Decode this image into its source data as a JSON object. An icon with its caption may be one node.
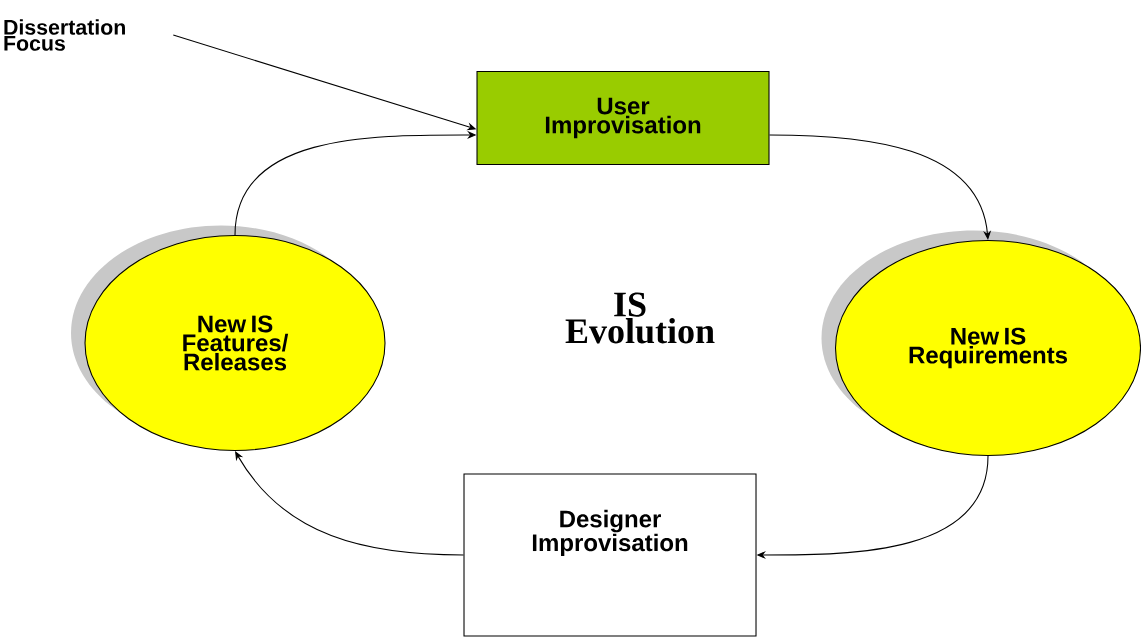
{
  "diagram": {
    "nodes": [
      {
        "text": [
          "Dissertation Focus"
        ]
      },
      {
        "text": [
          "User Improvisation"
        ]
      },
      {
        "text": [
          "New IS Requirements"
        ]
      },
      {
        "text": [
          "Designer Improvisation"
        ]
      },
      {
        "text": [
          "New IS Features/ Releases"
        ]
      }
    ],
    "edges": [
      {
        "from": 0,
        "to": 1,
        "arrow": "to"
      },
      {
        "from": 1,
        "to": 2,
        "arrow": "to"
      },
      {
        "from": 2,
        "to": 3,
        "arrow": "to"
      },
      {
        "from": 3,
        "to": 4,
        "arrow": "to"
      },
      {
        "from": 4,
        "to": 1,
        "arrow": "to"
      }
    ],
    "labels": [
      "IS Evolution"
    ]
  }
}
